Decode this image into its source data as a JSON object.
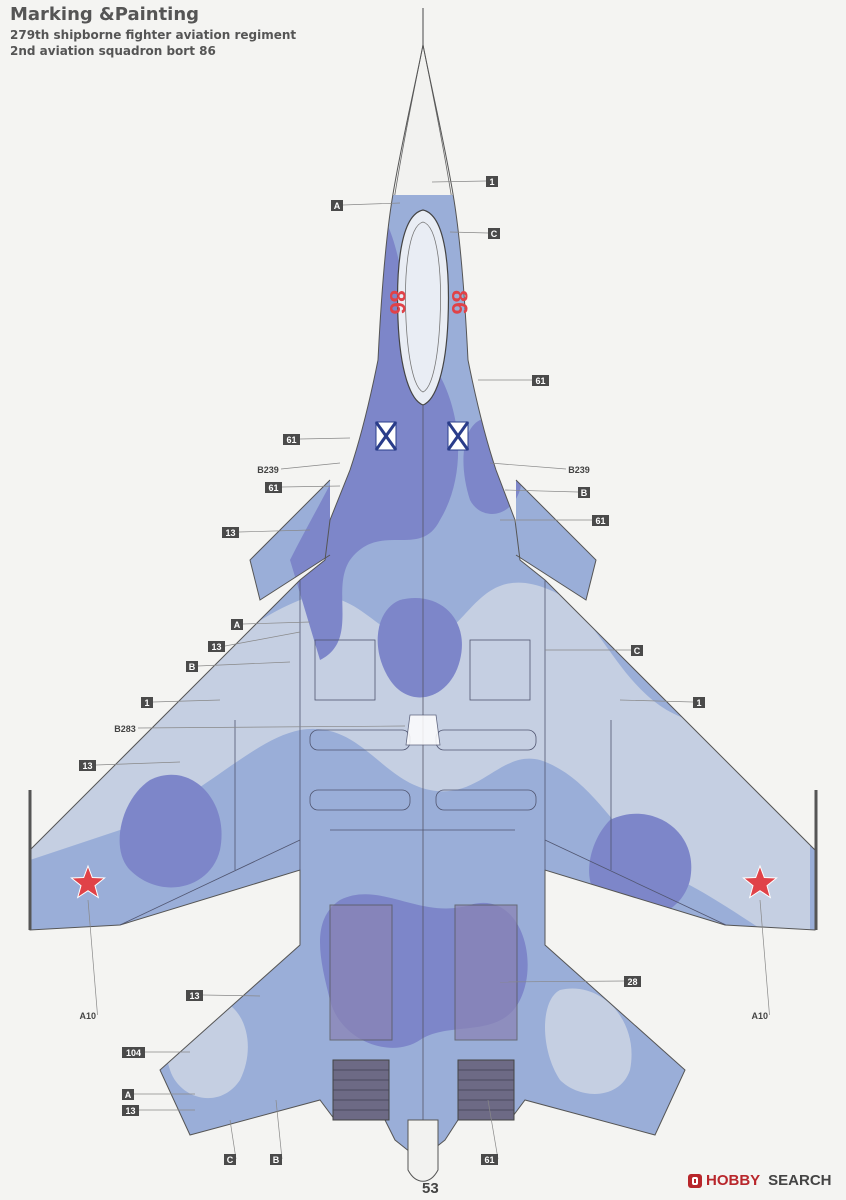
{
  "header": {
    "title": "Marking &Painting",
    "subtitle1": "279th shipborne fighter aviation regiment",
    "subtitle2": "2nd aviation squadron bort 86"
  },
  "bort_number": "86",
  "callouts": {
    "c1_top": "1",
    "a_nose": "A",
    "c_nose": "C",
    "c61_r": "61",
    "c61_l1": "61",
    "b239_l": "B239",
    "b239_r": "B239",
    "c61_l2": "61",
    "b_r1": "B",
    "c61_r2": "61",
    "c13_l1": "13",
    "a_wing": "A",
    "c13_l2": "13",
    "b_wing": "B",
    "c_wing": "C",
    "c1_l": "1",
    "c1_r": "1",
    "b283": "B283",
    "c13_l3": "13",
    "a10_l": "A10",
    "a10_r": "A10",
    "c13_l4": "13",
    "c28": "28",
    "c104": "104",
    "a_stab": "A",
    "c13_l5": "13",
    "c_bot": "C",
    "b_bot": "B",
    "c61_bot": "61"
  },
  "footer": {
    "page": "53",
    "brand": "HOBBY",
    "brand2": "SEARCH"
  },
  "colors": {
    "camo_dark": "#7d86c9",
    "camo_mid": "#9aaed8",
    "camo_light": "#c5cfe2",
    "star": "#e04248",
    "label_box": "#4a4a4a"
  }
}
